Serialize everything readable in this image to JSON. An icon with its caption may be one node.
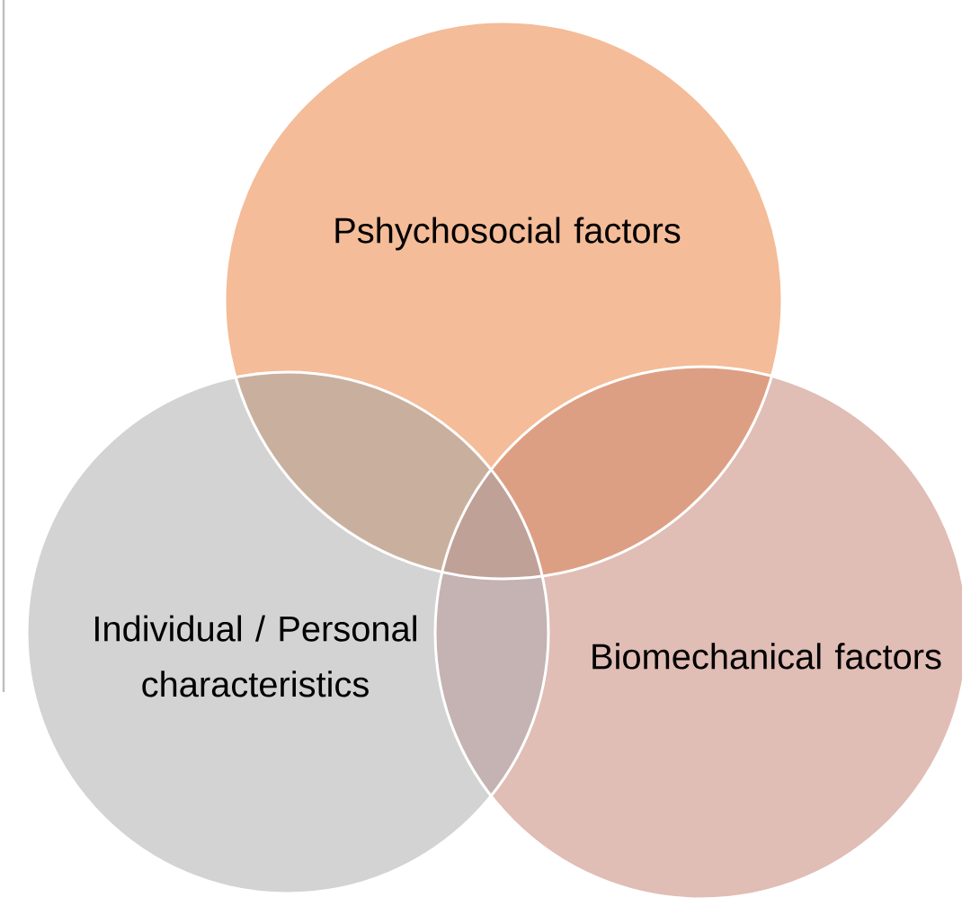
{
  "diagram": {
    "nodes": [
      {
        "text": [
          "Pshychosocial factors"
        ]
      },
      {
        "text": [
          "Individual / Personal characteristics"
        ]
      },
      {
        "text": [
          "Biomechanical factors"
        ]
      }
    ]
  }
}
